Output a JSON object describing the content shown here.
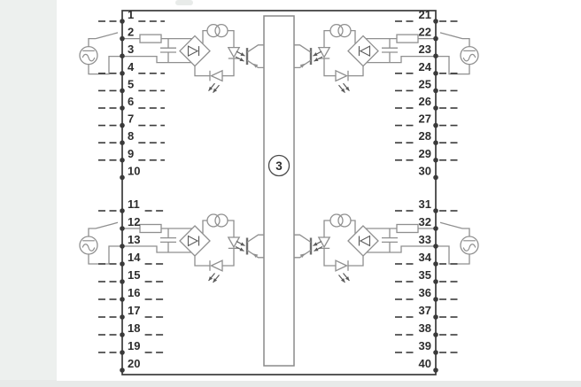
{
  "page": {
    "background": "#fbfbfb",
    "margin_color": "#edf0ee",
    "bottom_bar_color": "#e8eae9"
  },
  "colors": {
    "outline_dark": "#3a3a3a",
    "wire_gray": "#8f8f8f",
    "block_gray": "#8a8a8a",
    "component_dark": "#5a5a5a",
    "text": "#2e2e2e"
  },
  "module": {
    "center_block_label": "3",
    "left_pin_numbers": [
      "1",
      "2",
      "3",
      "4",
      "5",
      "6",
      "7",
      "8",
      "9",
      "10",
      "11",
      "12",
      "13",
      "14",
      "15",
      "16",
      "17",
      "18",
      "19",
      "20"
    ],
    "right_pin_numbers": [
      "21",
      "22",
      "23",
      "24",
      "25",
      "26",
      "27",
      "28",
      "29",
      "30",
      "31",
      "32",
      "33",
      "34",
      "35",
      "36",
      "37",
      "38",
      "39",
      "40"
    ],
    "left_connected_pins": [
      "2",
      "3",
      "12",
      "13"
    ],
    "right_connected_pins": [
      "22",
      "23",
      "32",
      "33"
    ],
    "no_dash_pins": [
      "10",
      "20",
      "30",
      "40"
    ],
    "circuits": [
      {
        "name": "input-circuit-top-left",
        "pins": [
          "2",
          "3"
        ]
      },
      {
        "name": "input-circuit-top-right",
        "pins": [
          "22",
          "23"
        ]
      },
      {
        "name": "input-circuit-bottom-left",
        "pins": [
          "12",
          "13"
        ]
      },
      {
        "name": "input-circuit-bottom-right",
        "pins": [
          "32",
          "33"
        ]
      }
    ],
    "component_icons": [
      "ac-voltage-source-icon",
      "switch-icon",
      "resistor-icon",
      "capacitor-icon",
      "bridge-rectifier-icon",
      "current-source-icon",
      "optocoupler-led-icon",
      "status-led-icon",
      "phototransistor-icon",
      "bus-block"
    ]
  }
}
